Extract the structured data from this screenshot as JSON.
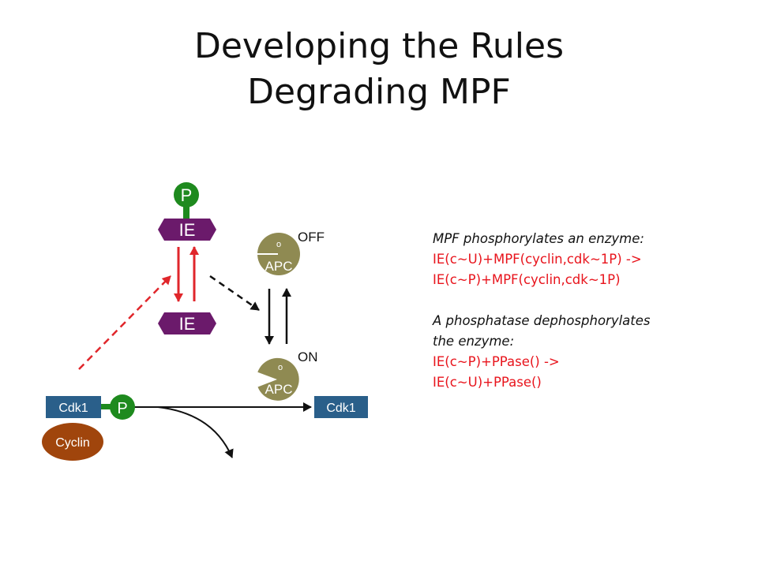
{
  "slide": {
    "title_line1": "Developing the Rules",
    "title_line2": "Degrading MPF"
  },
  "diagram": {
    "phosphate_label": "P",
    "ie_top_label": "IE",
    "ie_bottom_label": "IE",
    "apc_off_label": "APC",
    "apc_off_dot": "o",
    "apc_off_state": "OFF",
    "apc_on_label": "APC",
    "apc_on_dot": "o",
    "apc_on_state": "ON",
    "cdk1_left_label": "Cdk1",
    "cdk1_phosphate_label": "P",
    "cyclin_label": "Cyclin",
    "cdk1_right_label": "Cdk1"
  },
  "rules": {
    "rule1_desc": "MPF phosphorylates an enzyme:",
    "rule1_line1": "IE(c~U)+MPF(cyclin,cdk~1P) ->",
    "rule1_line2": "IE(c~P)+MPF(cyclin,cdk~1P)",
    "rule2_desc_line1": "A phosphatase dephosphorylates",
    "rule2_desc_line2": "the enzyme:",
    "rule2_line1": "IE(c~P)+PPase() ->",
    "rule2_line2": "IE(c~U)+PPase()"
  },
  "colors": {
    "ie_purple": "#6b1a6b",
    "phosphate_green": "#1e8a1e",
    "apc_olive": "#8f8a52",
    "cdk1_blue": "#2a5f8a",
    "cyclin_brown": "#a0450c",
    "arrow_red": "#e0262b",
    "rule_red": "#e8141c"
  }
}
